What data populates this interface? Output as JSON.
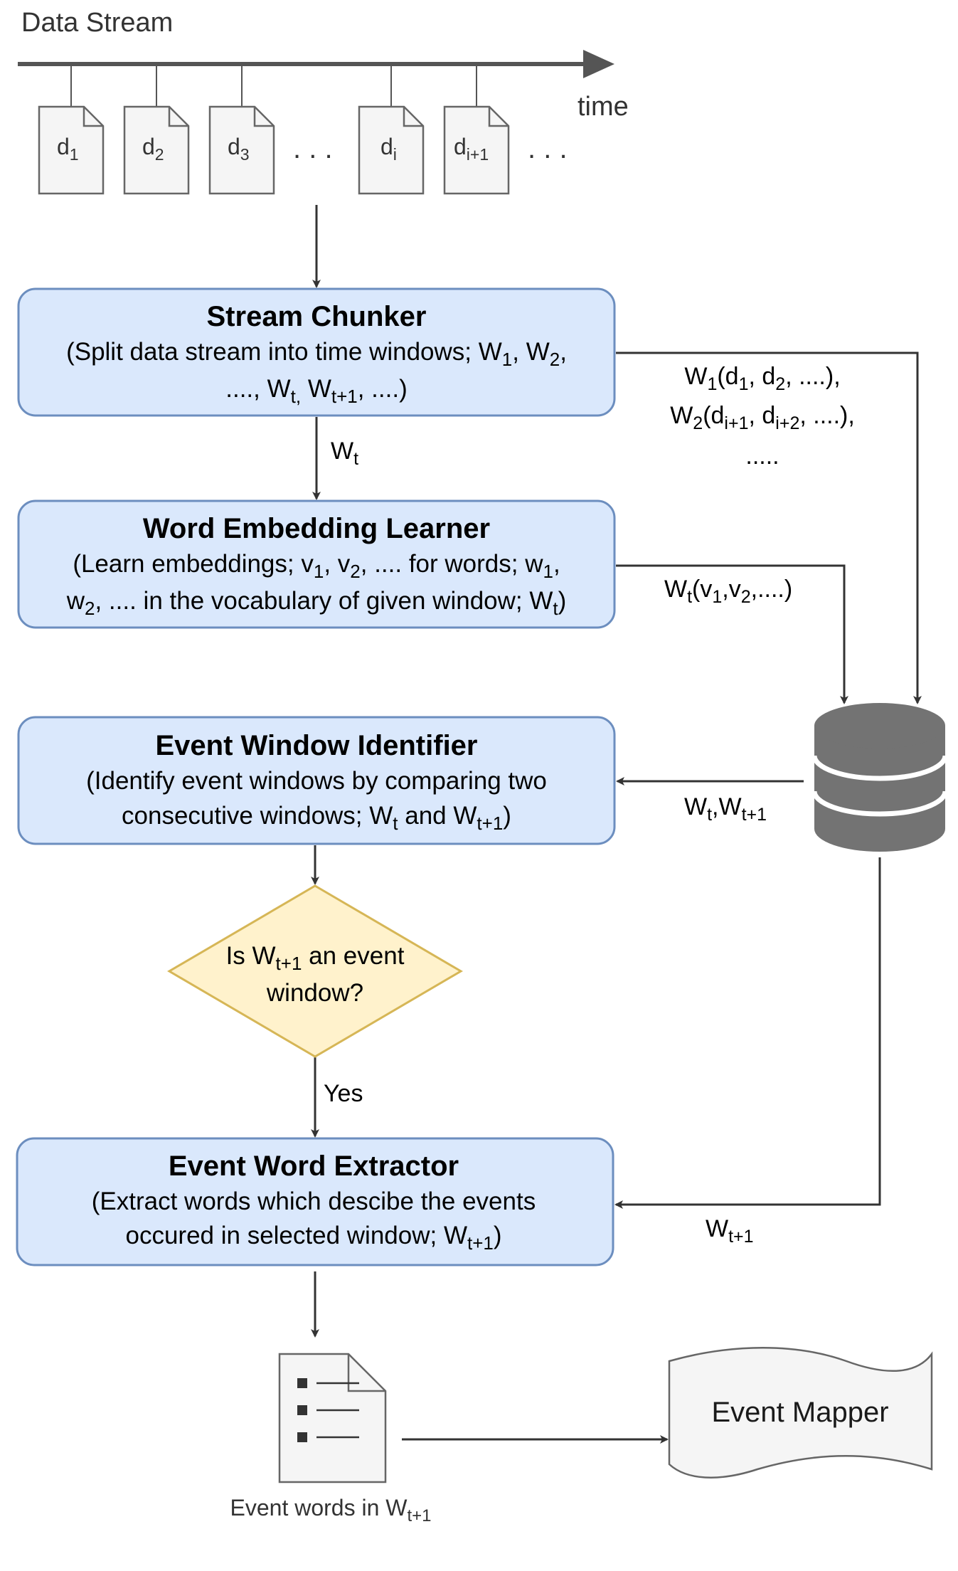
{
  "stream": {
    "title": "Data Stream",
    "time_label": "time",
    "docs": [
      {
        "base": "d",
        "sub": "1"
      },
      {
        "base": "d",
        "sub": "2"
      },
      {
        "base": "d",
        "sub": "3"
      },
      {
        "base": "d",
        "sub": "i"
      },
      {
        "base": "d",
        "sub": "i+1"
      }
    ],
    "ellipsis": ". . ."
  },
  "chunker": {
    "title": "Stream Chunker",
    "line1": "(Split data stream into time windows; W",
    "line1_sub1": "1",
    "line1_mid": ", W",
    "line1_sub2": "2",
    "line1_end": ",",
    "line2_a": "...., W",
    "line2_sub1": "t,",
    "line2_b": " W",
    "line2_sub2": "t+1",
    "line2_end": ", ....)"
  },
  "edge_wt": {
    "base": "W",
    "sub": "t"
  },
  "side_windows": {
    "l1_a": "W",
    "l1_s1": "1",
    "l1_b": "(d",
    "l1_s2": "1",
    "l1_c": ", d",
    "l1_s3": "2",
    "l1_d": ", ....),",
    "l2_a": "W",
    "l2_s1": "2",
    "l2_b": "(d",
    "l2_s2": "i+1",
    "l2_c": ", d",
    "l2_s3": "i+2",
    "l2_d": ", ....),",
    "l3": "....."
  },
  "embedding": {
    "title": "Word Embedding Learner",
    "line1_a": "(Learn embeddings; v",
    "line1_s1": "1",
    "line1_b": ", v",
    "line1_s2": "2",
    "line1_c": ", .... for words; w",
    "line1_s3": "1",
    "line1_d": ",",
    "line2_a": "w",
    "line2_s1": "2",
    "line2_b": ", .... in the vocabulary of given window; W",
    "line2_s2": "t",
    "line2_c": ")"
  },
  "edge_vectors": {
    "a": "W",
    "s1": "t",
    "b": "(v",
    "s2": "1",
    "c": ",v",
    "s3": "2",
    "d": ",....)"
  },
  "identifier": {
    "title": "Event Window Identifier",
    "line1": "(Identify event windows by comparing two",
    "line2_a": "consecutive windows; W",
    "line2_s1": "t",
    "line2_b": " and W",
    "line2_s2": "t+1",
    "line2_c": ")"
  },
  "edge_pair": {
    "a": "W",
    "s1": "t",
    "b": ",W",
    "s2": "t+1"
  },
  "decision": {
    "line1_a": "Is W",
    "line1_s1": "t+1",
    "line1_b": " an event",
    "line2": "window?"
  },
  "edge_yes": "Yes",
  "extractor": {
    "title": "Event Word Extractor",
    "line1": "(Extract words which descibe the events",
    "line2_a": "occured in selected window; W",
    "line2_s1": "t+1",
    "line2_b": ")"
  },
  "edge_next": {
    "base": "W",
    "sub": "t+1"
  },
  "output_doc": {
    "a": "Event words in W",
    "s1": "t+1"
  },
  "mapper": {
    "label": "Event Mapper"
  },
  "colors": {
    "box_fill": "#dae8fc",
    "box_stroke": "#6c8ebf",
    "diamond_fill": "#fff2cc",
    "diamond_stroke": "#d6b656",
    "db_fill": "#737373",
    "doc_fill": "#f5f5f5",
    "doc_stroke": "#666666",
    "line": "#333333"
  }
}
